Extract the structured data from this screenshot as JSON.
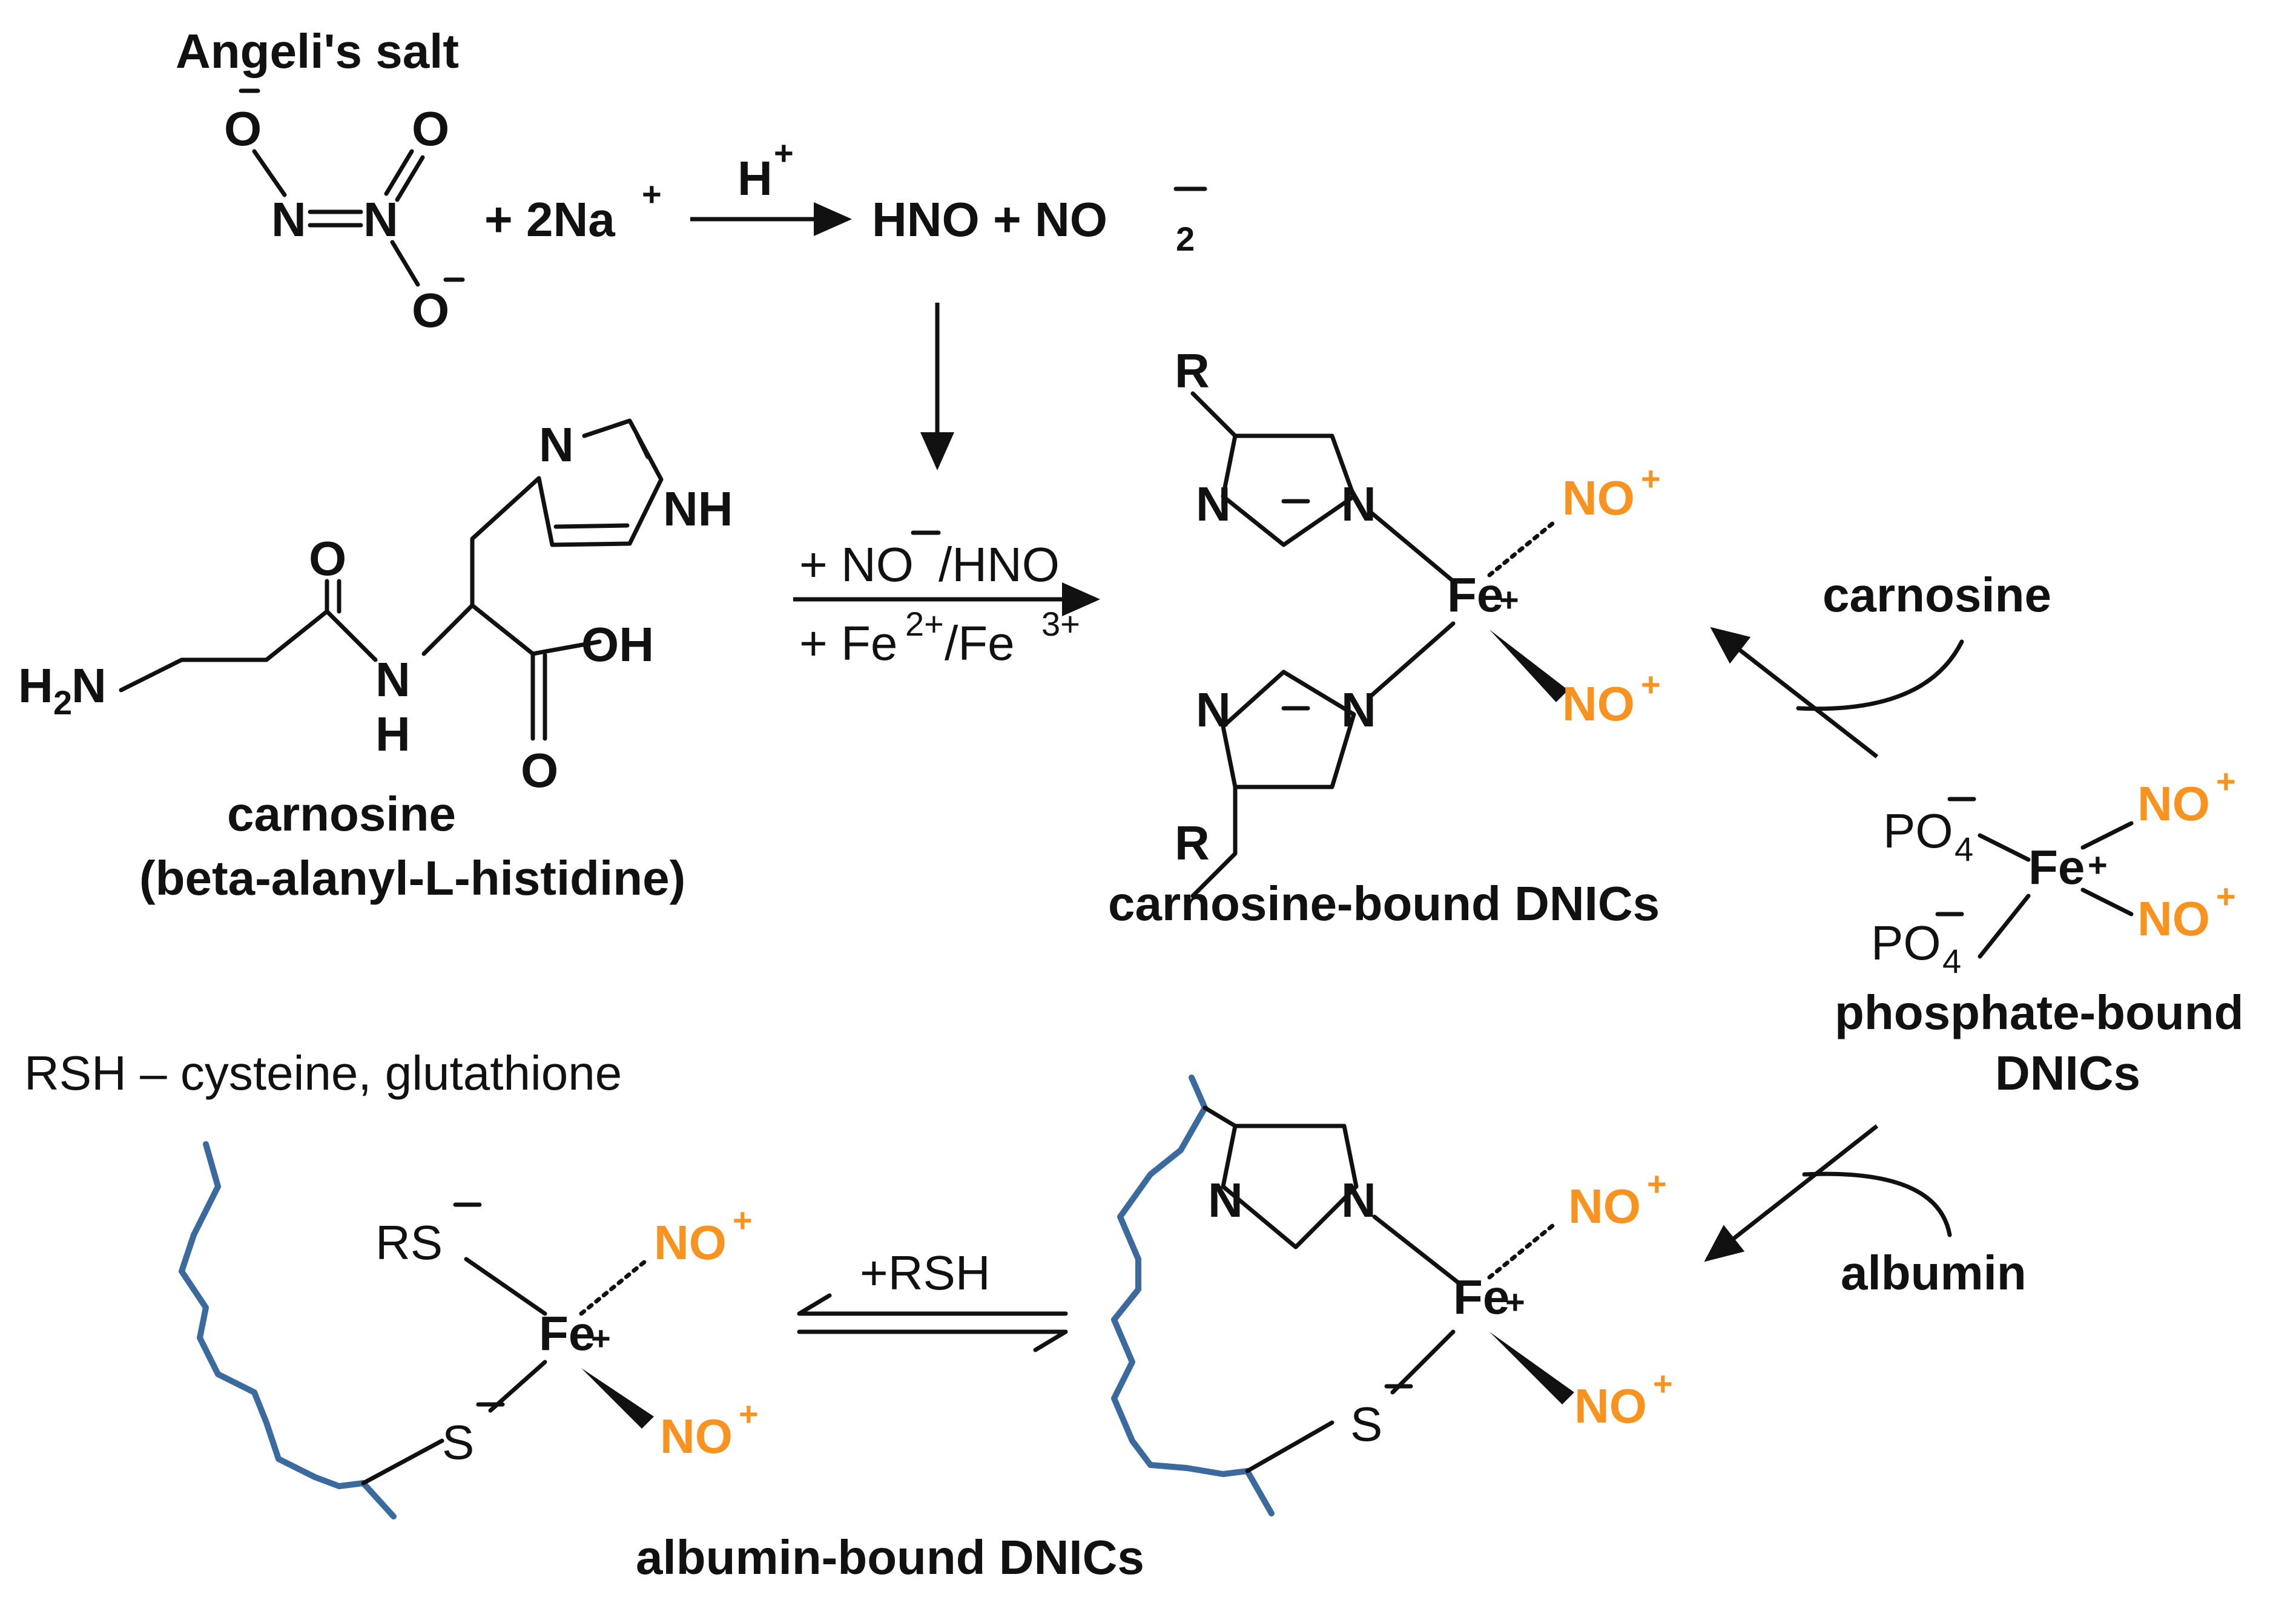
{
  "angeli": {
    "title": "Angeli's salt",
    "o_minus": "O",
    "o_double": "O",
    "n_left": "N",
    "n_right": "N",
    "plus_2na": "+ 2Na",
    "h_plus": "H",
    "products": "HNO + NO"
  },
  "carnosine": {
    "name": "carnosine",
    "fullname": "(beta-alanyl-L-histidine)",
    "h2n": "H",
    "nh_amide": "N",
    "nh_amide_h": "H",
    "o_top": "O",
    "o_bottom": "O",
    "oh": "OH",
    "ring_n": "N",
    "ring_nh": "NH"
  },
  "reaction1": {
    "top": "+ NO",
    "top_suffix": "/HNO",
    "bottom": "+ Fe",
    "bottom_mid": "/Fe"
  },
  "carnosine_dnic": {
    "label": "carnosine-bound DNICs",
    "r": "R",
    "n": "N",
    "fe": "Fe",
    "no_plus": "NO"
  },
  "phosphate_dnic": {
    "label_line1": "phosphate-bound",
    "label_line2": "DNICs",
    "po4": "PO",
    "fe": "Fe",
    "no_plus": "NO",
    "arrow_reagent": "carnosine"
  },
  "albumin_dnic": {
    "label": "albumin-bound DNICs",
    "arrow_reagent": "albumin",
    "equilibrium_reagent": "+RSH",
    "s": "S",
    "fe": "Fe",
    "no_plus": "NO",
    "n": "N"
  },
  "rsh_dnic": {
    "legend": "RSH – cysteine, glutathione",
    "rs": "RS",
    "s": "S",
    "fe": "Fe",
    "no_plus": "NO"
  },
  "colors": {
    "no_plus": "#f7931e",
    "chain": "#3a6a9e",
    "ink": "#111111"
  }
}
